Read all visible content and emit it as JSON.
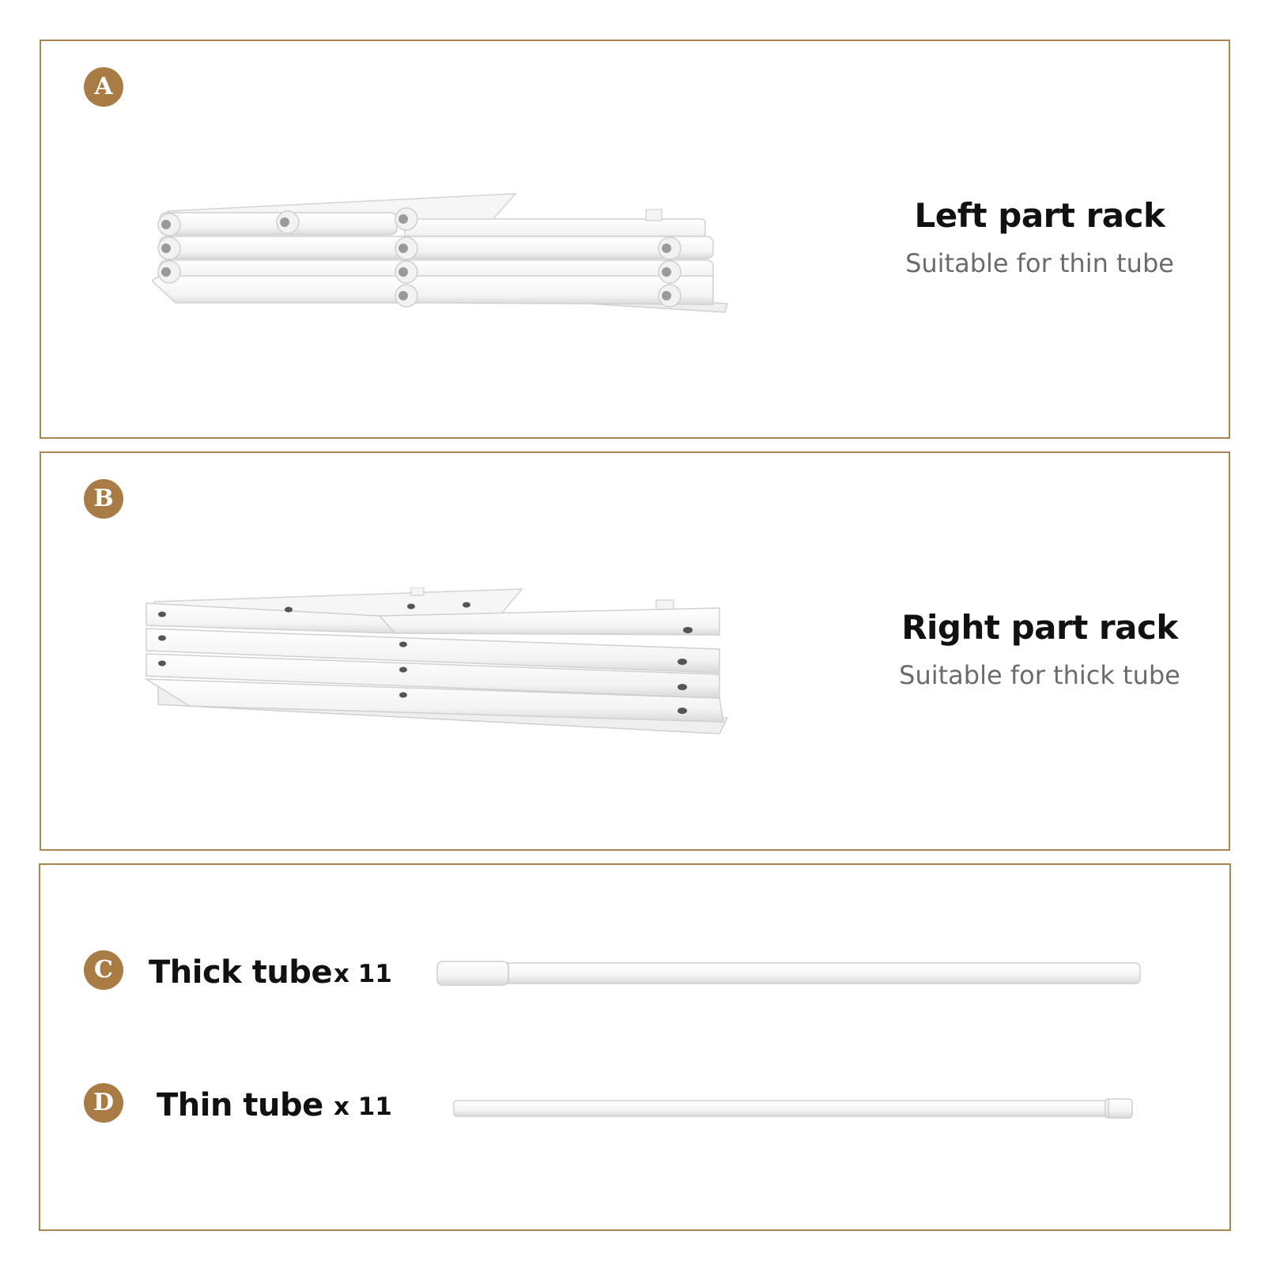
{
  "colors": {
    "border": "#a88651",
    "badge": "#a97c45",
    "title_text": "#111111",
    "subtitle_text": "#6b6b6b"
  },
  "parts": [
    {
      "badge": "A",
      "title": "Left part rack",
      "subtitle": "Suitable for thin tube",
      "image_icon": "folded-rack-with-round-ends-icon"
    },
    {
      "badge": "B",
      "title": "Right part rack",
      "subtitle": "Suitable for thick tube",
      "image_icon": "folded-rack-with-holes-icon"
    }
  ],
  "tubes": [
    {
      "badge": "C",
      "label": "Thick tube",
      "quantity": "x 11",
      "image_icon": "thick-tube-icon"
    },
    {
      "badge": "D",
      "label": "Thin tube",
      "quantity": "x 11",
      "image_icon": "thin-tube-icon"
    }
  ]
}
